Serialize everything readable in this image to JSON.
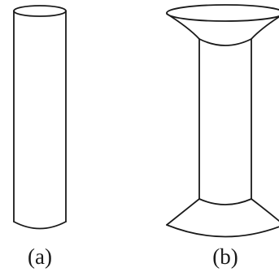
{
  "figure": {
    "panels": [
      {
        "caption": "(a)",
        "shape": "plain-cylinder"
      },
      {
        "caption": "(b)",
        "shape": "cylinder-with-flared-ends"
      }
    ],
    "stroke_color": "#1a1a1a",
    "background_color": "#ffffff"
  }
}
